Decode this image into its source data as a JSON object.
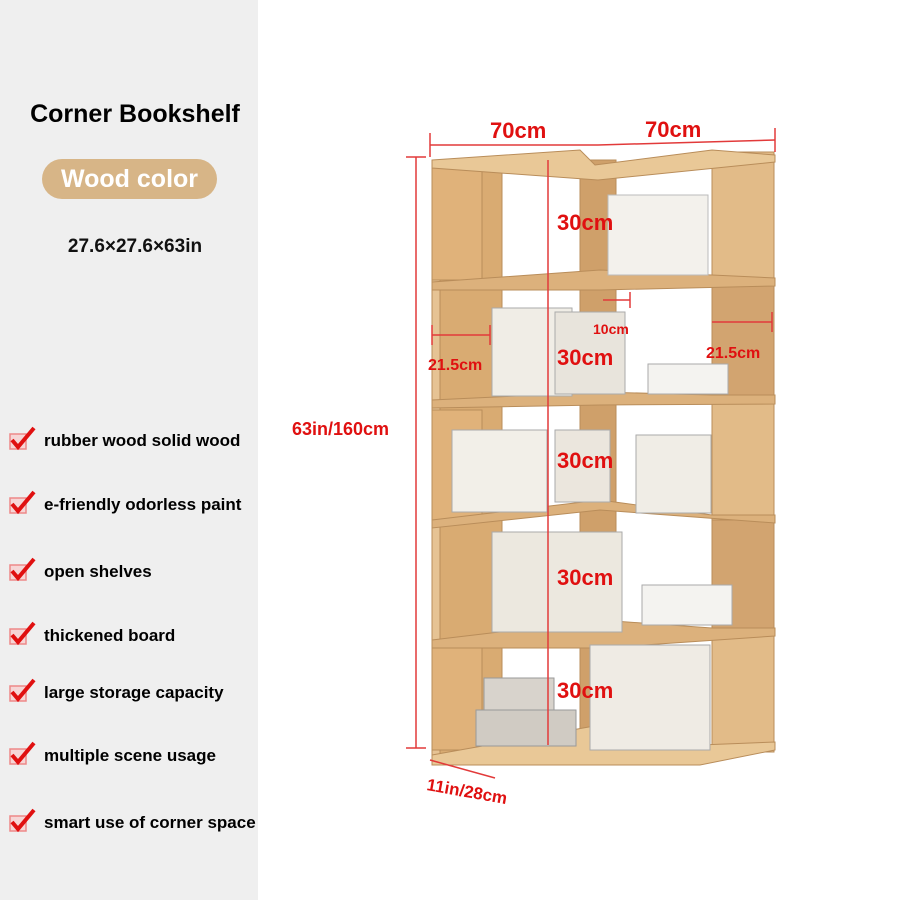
{
  "title": "Corner Bookshelf",
  "color_badge": "Wood color",
  "dimensions": "27.6×27.6×63in",
  "features": [
    "rubber wood solid wood",
    "e-friendly odorless paint",
    "open shelves",
    "thickened board",
    "large storage capacity",
    "multiple scene usage",
    "smart use of corner space"
  ],
  "labels": {
    "width_left": "70cm",
    "width_right": "70cm",
    "height": "63in/160cm",
    "depth": "11in/28cm",
    "shelf_height": "30cm",
    "gap": "10cm",
    "side_left": "21.5cm",
    "side_right": "21.5cm"
  },
  "colors": {
    "accent": "#e01010",
    "wood": "#dcb17c",
    "badge": "#d7b587"
  }
}
